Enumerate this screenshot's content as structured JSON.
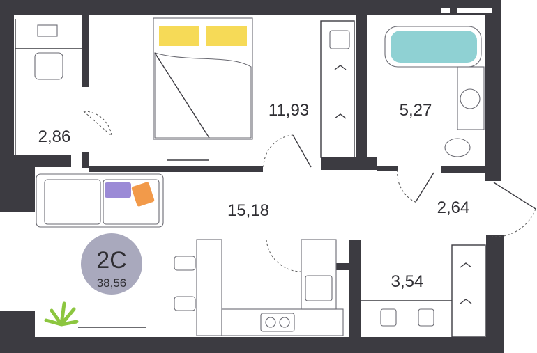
{
  "rooms": [
    {
      "id": "cabinet",
      "area": "2,86"
    },
    {
      "id": "bedroom",
      "area": "11,93"
    },
    {
      "id": "bathroom",
      "area": "5,27"
    },
    {
      "id": "living-kitchen",
      "area": "15,18"
    },
    {
      "id": "hall",
      "area": "2,64"
    },
    {
      "id": "wardrobe",
      "area": "3,54"
    }
  ],
  "badge": {
    "type": "2С",
    "total_area": "38,56"
  },
  "colors": {
    "wall": "#3c3b41",
    "badge": "#a9a9bd",
    "pillow": "#f4d33a",
    "bathtub": "#8fd1d3",
    "sofa_pillow_purple": "#9b8ad6",
    "sofa_pillow_orange": "#f29a4a",
    "plant": "#8cc63f"
  }
}
